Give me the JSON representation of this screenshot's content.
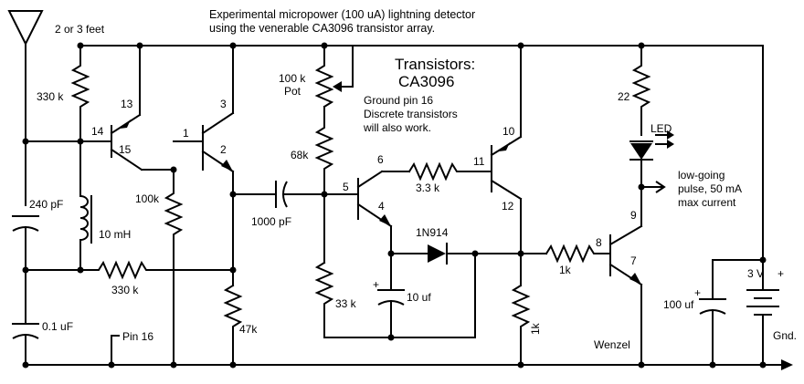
{
  "title_line1": "Experimental micropower (100 uA) lightning detector",
  "title_line2": "using the venerable CA3096 transistor array.",
  "transistors_heading": "Transistors:",
  "transistors_part": "CA3096",
  "note_line1": "Ground pin 16",
  "note_line2": "Discrete transistors",
  "note_line3": "will also work.",
  "antenna_label": "2 or 3 feet",
  "resistors": {
    "r_330k_top": "330 k",
    "r_100k_pot_1": "100 k",
    "r_100k_pot_2": "Pot",
    "r_68k": "68k",
    "r_100k": "100k",
    "r_330k_bottom": "330 k",
    "r_47k": "47k",
    "r_3_3k": "3.3 k",
    "r_33k": "33 k",
    "r_1k_base": "1k",
    "r_1k_bottom": "1k",
    "r_22": "22"
  },
  "capacitors": {
    "c_240pf": "240 pF",
    "c_0_1uf": "0.1 uF",
    "c_1000pf": "1000 pF",
    "c_10uf": "10 uf",
    "c_100uf": "100 uf"
  },
  "inductor": "10 mH",
  "diode": "1N914",
  "led": "LED",
  "output_line1": "low-going",
  "output_line2": "pulse, 50 mA",
  "output_line3": "max current",
  "battery": "3 V",
  "ground": "Gnd.",
  "pin16": "Pin 16",
  "author": "Wenzel",
  "pins": {
    "p13": "13",
    "p14": "14",
    "p15": "15",
    "p1": "1",
    "p2": "2",
    "p3": "3",
    "p5": "5",
    "p6": "6",
    "p4": "4",
    "p10": "10",
    "p11": "11",
    "p12": "12",
    "p8": "8",
    "p9": "9",
    "p7": "7"
  },
  "plus_sign": "+"
}
